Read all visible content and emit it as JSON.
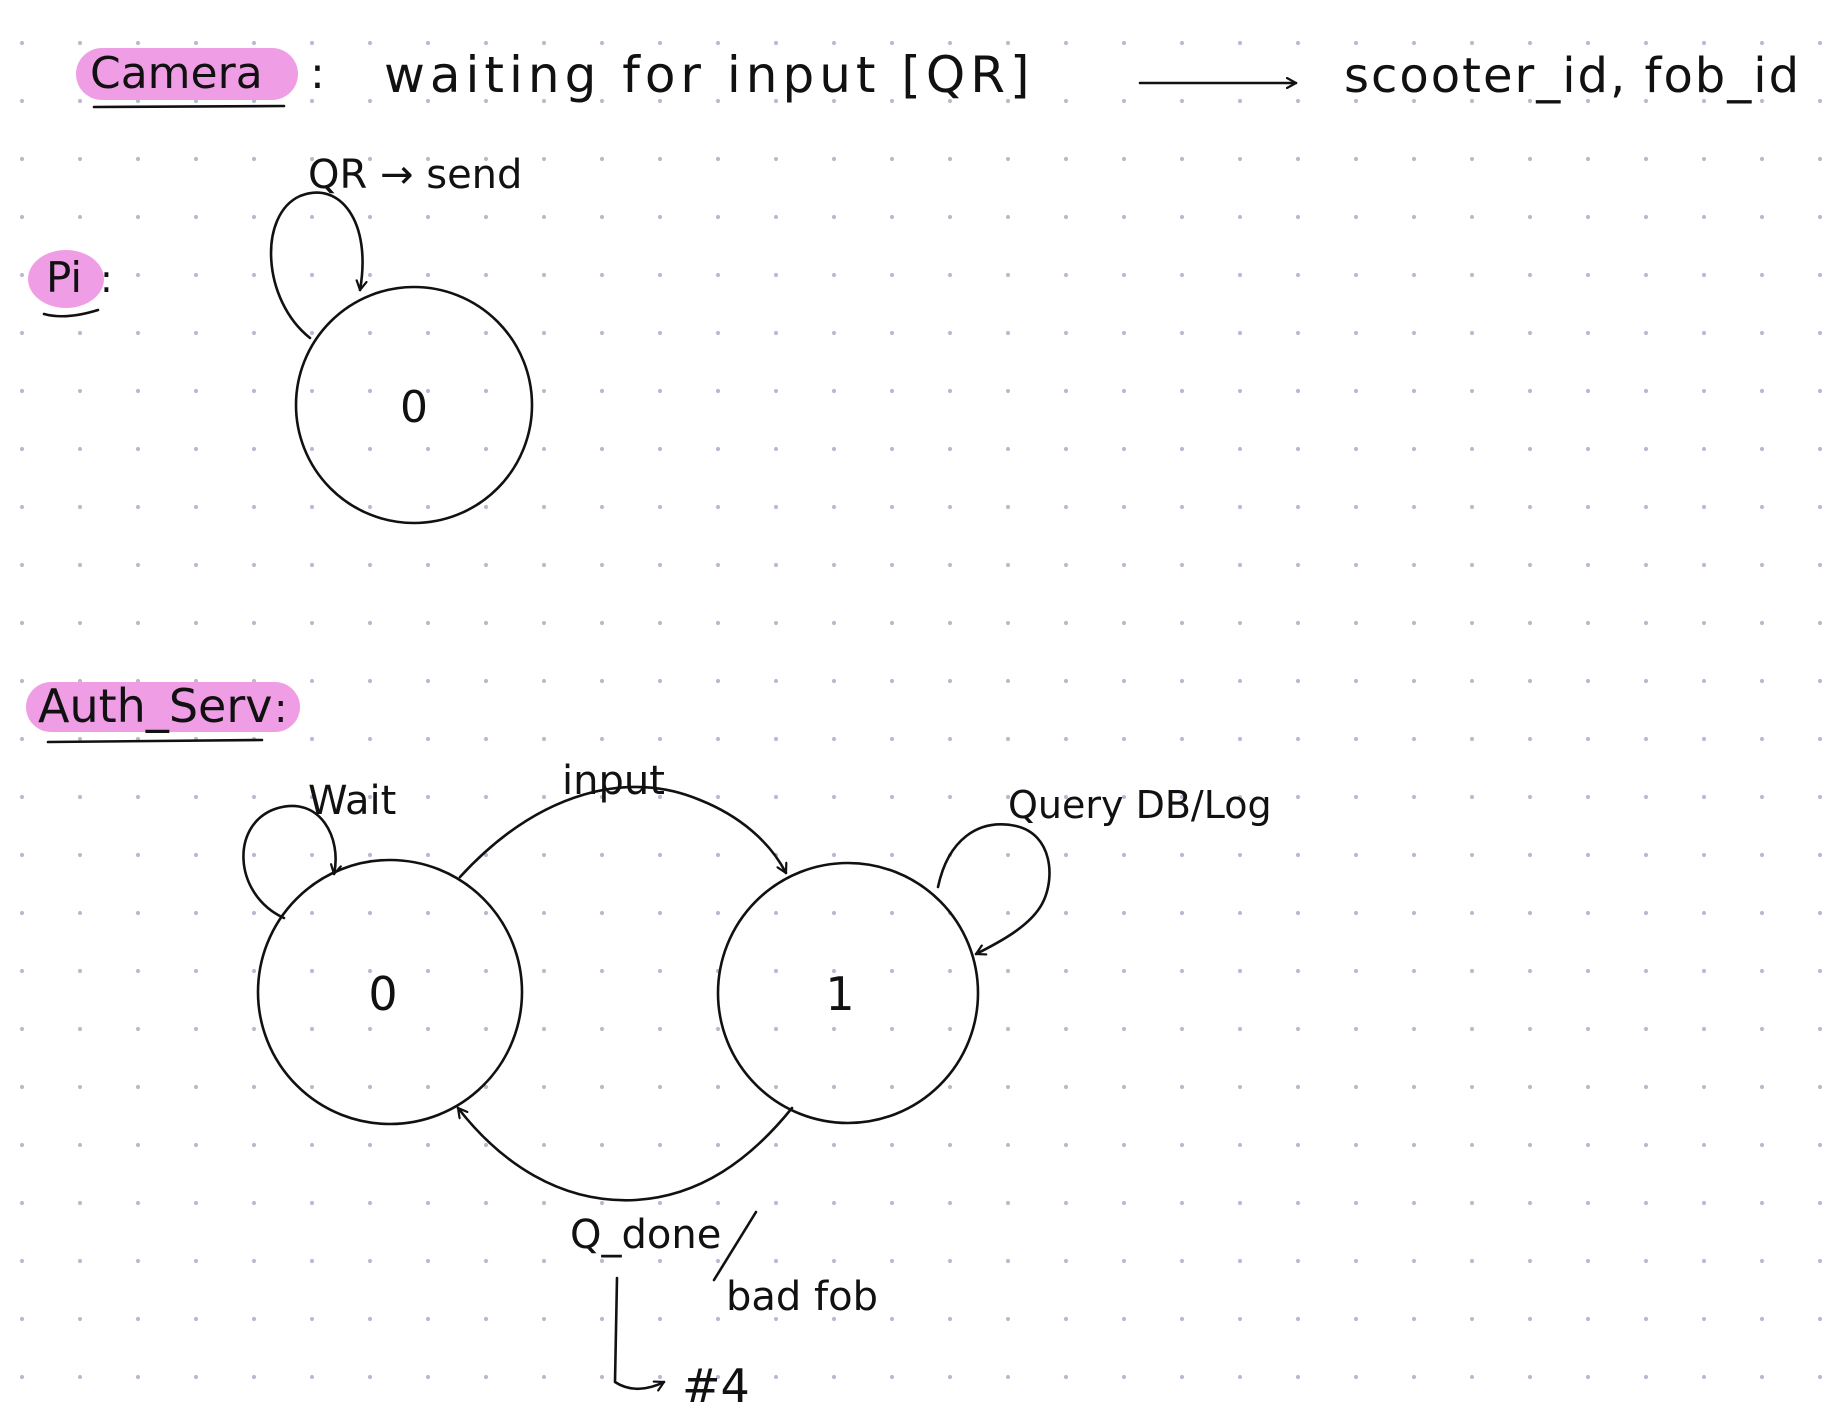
{
  "colors": {
    "highlight": "#ef9ee6",
    "ink": "#111111",
    "dot": "#b9b9cf",
    "paper": "#ffffff"
  },
  "camera": {
    "label": "Camera",
    "colon": ":",
    "text": "waiting for input [QR]",
    "output": "scooter_id, fob_id"
  },
  "pi": {
    "label": "Pi",
    "colon": ":",
    "self_loop_label": "QR → send",
    "state_label": "0"
  },
  "auth": {
    "label": "Auth_Serv",
    "colon": ":",
    "state0_label": "0",
    "state1_label": "1",
    "wait_label": "Wait",
    "input_label": "input",
    "query_label": "Query DB/Log",
    "done_label": "Q_done",
    "slash": "/",
    "bad_fob_label": "bad fob",
    "goto_label": "#4"
  }
}
